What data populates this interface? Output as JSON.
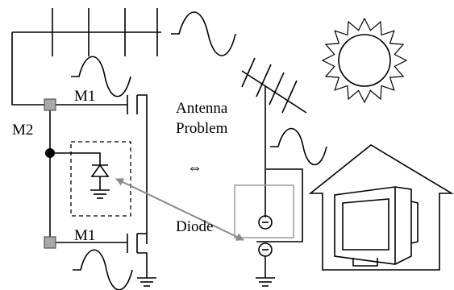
{
  "labels": {
    "m1_top": "M1",
    "m2": "M2",
    "m1_bottom": "M1",
    "antenna": "Antenna",
    "problem": "Problem",
    "equivalence": "⇔",
    "diode": "Diode"
  },
  "colors": {
    "line": "#000000",
    "pad_fill": "#a8a8a8",
    "pad_stroke": "#555555",
    "coupler_box": "#9a9a9a",
    "link_arrow": "#8a8a8a"
  }
}
